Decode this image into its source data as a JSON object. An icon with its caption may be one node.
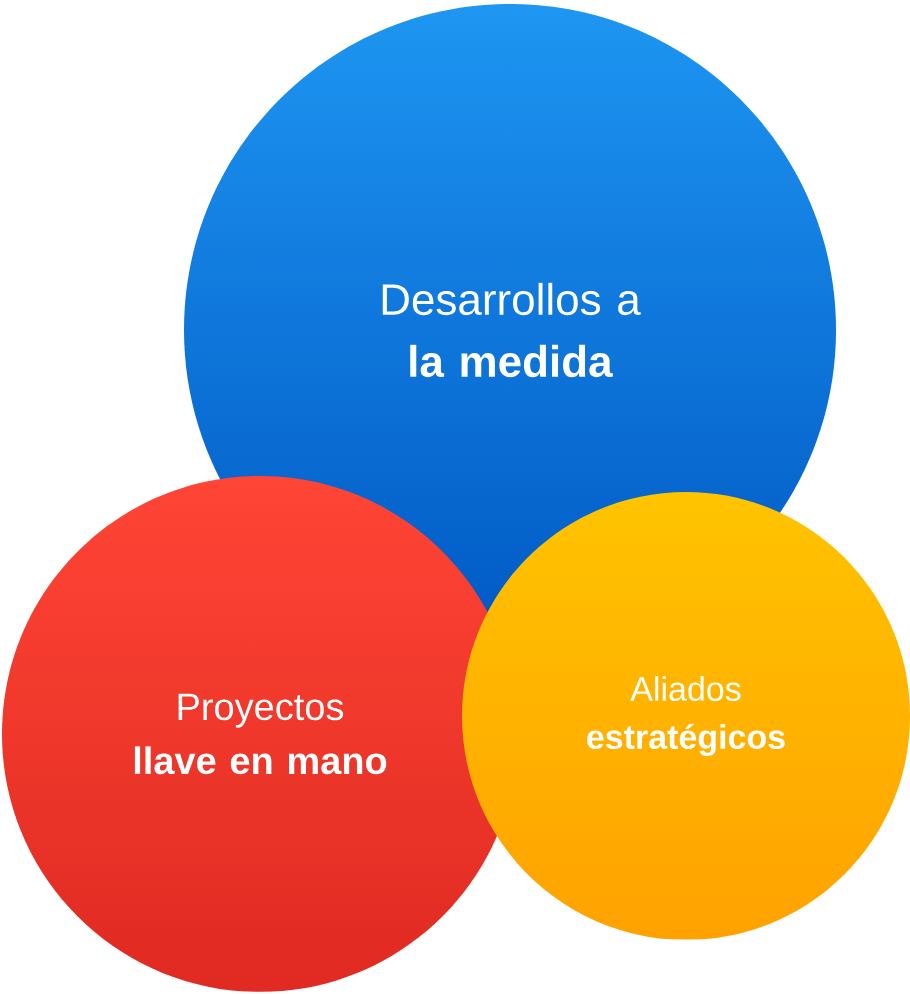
{
  "diagram": {
    "nodes": [
      {
        "text": [
          "Desarrollos a **la medida**"
        ]
      },
      {
        "text": [
          "Proyectos **llave en mano**"
        ]
      },
      {
        "text": [
          "Aliados **estratégicos**"
        ]
      }
    ]
  }
}
